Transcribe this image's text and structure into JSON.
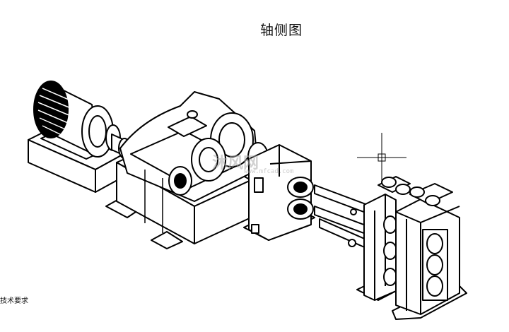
{
  "drawing": {
    "title": "轴侧图",
    "note": "技术要求",
    "watermark": "沐风网",
    "watermark_url": "www.mfcad.com"
  },
  "colors": {
    "background": "#ffffff",
    "line": "#000000",
    "watermark": "#aaaaaa"
  }
}
